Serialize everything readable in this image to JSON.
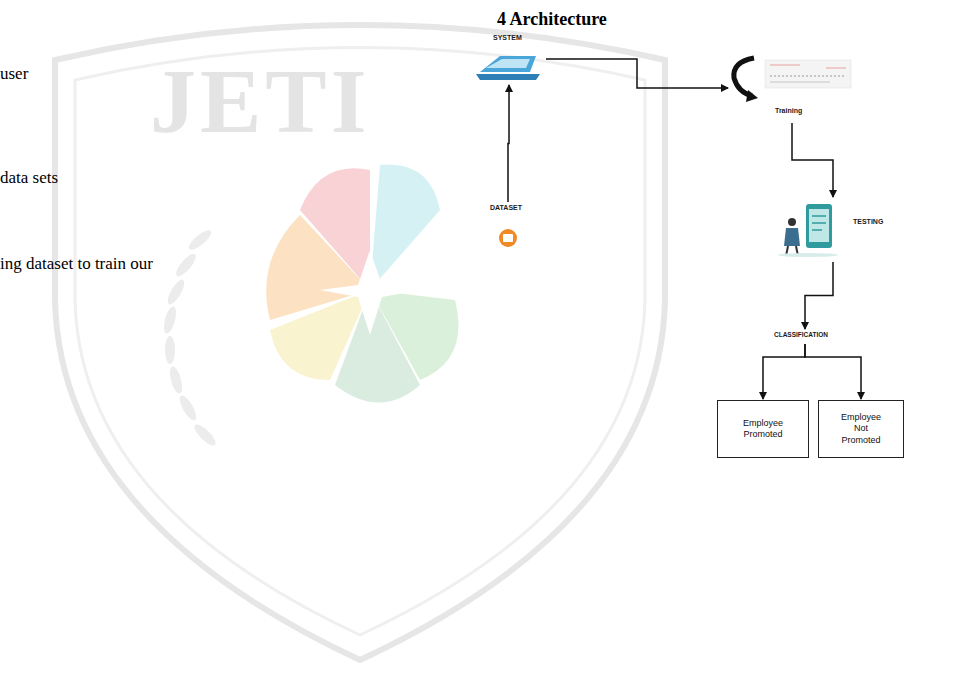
{
  "diagram": {
    "title": "4 Architecture",
    "nodes": [
      {
        "text": [
          "SYSTEM"
        ]
      },
      {
        "text": [
          "DATASET"
        ]
      },
      {
        "text": [
          "Training"
        ]
      },
      {
        "text": [
          "TESTING"
        ]
      },
      {
        "text": [
          "CLASSIFICATION"
        ]
      },
      {
        "text": [
          "Employee Promoted"
        ]
      },
      {
        "text": [
          "Employee Not Promoted"
        ]
      }
    ],
    "edges": [
      {
        "from": 1,
        "to": 0,
        "arrow": "to"
      },
      {
        "from": 0,
        "to": 2,
        "arrow": "to"
      },
      {
        "from": 2,
        "to": 3,
        "arrow": "to"
      },
      {
        "from": 3,
        "to": 4,
        "arrow": "to"
      },
      {
        "from": 4,
        "to": 5,
        "arrow": "to"
      },
      {
        "from": 4,
        "to": 6,
        "arrow": "to"
      }
    ],
    "labels": [
      "user",
      "data sets",
      "ing dataset to train our",
      "JETI"
    ]
  }
}
